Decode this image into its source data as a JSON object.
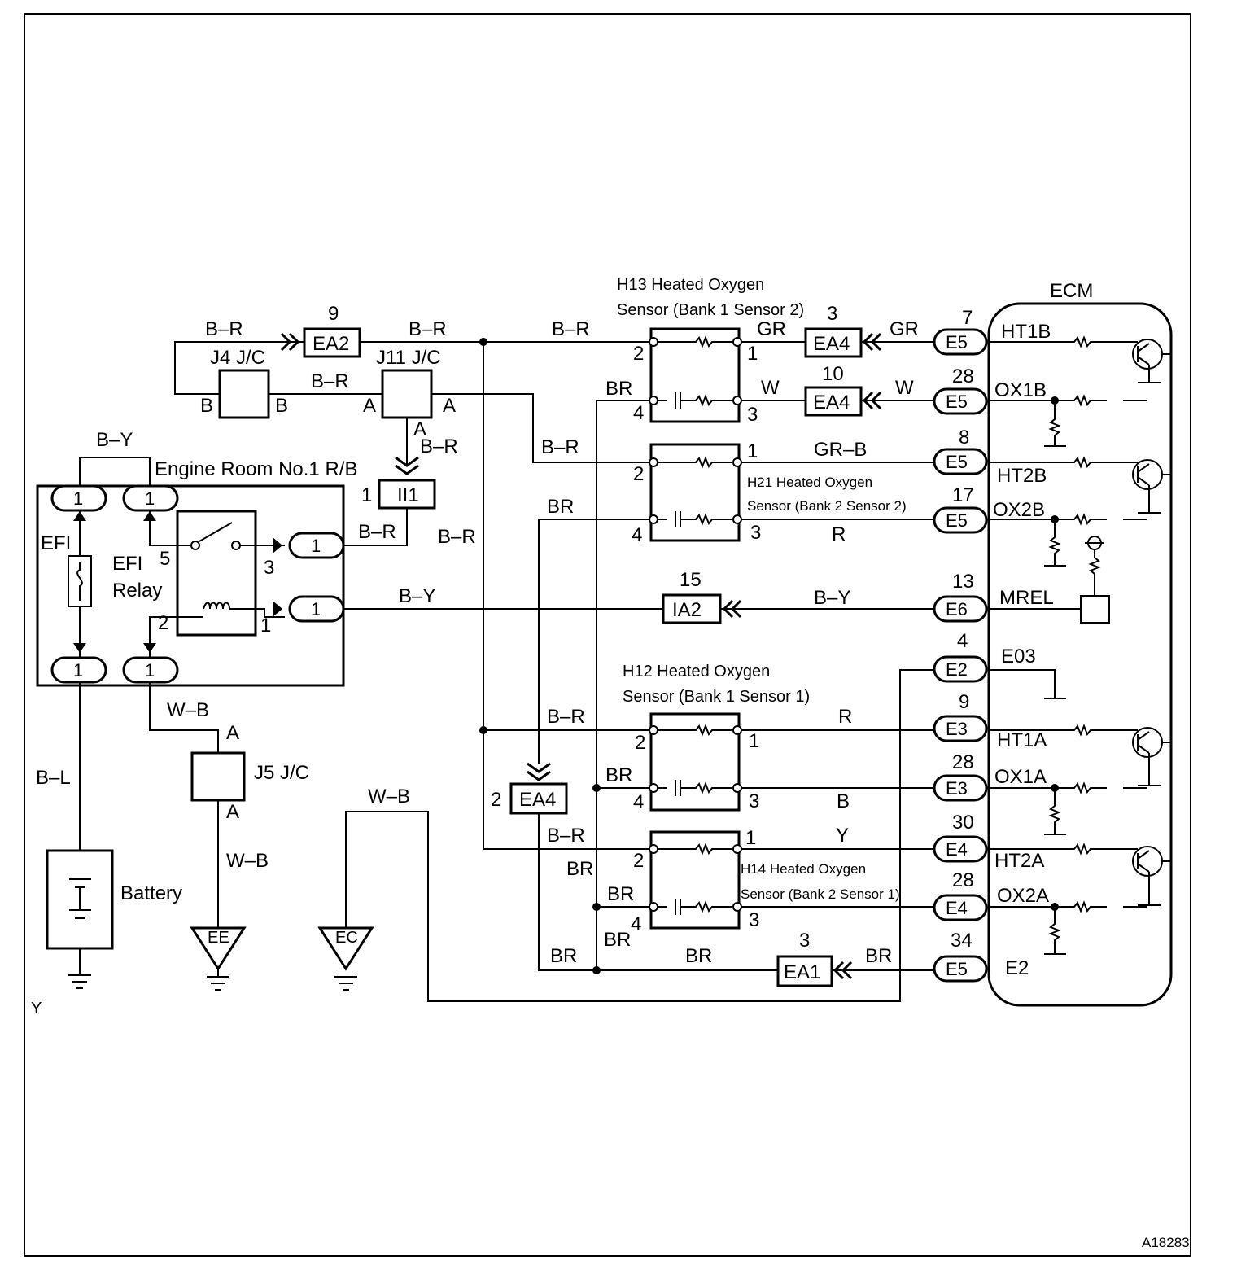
{
  "ecm": {
    "title": "ECM",
    "pins": {
      "ht1b": "HT1B",
      "ox1b": "OX1B",
      "ht2b": "HT2B",
      "ox2b": "OX2B",
      "mrel": "MREL",
      "e03": "E03",
      "ht1a": "HT1A",
      "ox1a": "OX1A",
      "ht2a": "HT2A",
      "ox2a": "OX2A",
      "e2": "E2"
    }
  },
  "ecm_connectors": [
    {
      "num": "7",
      "id": "E5"
    },
    {
      "num": "28",
      "id": "E5"
    },
    {
      "num": "8",
      "id": "E5"
    },
    {
      "num": "17",
      "id": "E5"
    },
    {
      "num": "13",
      "id": "E6"
    },
    {
      "num": "4",
      "id": "E2"
    },
    {
      "num": "9",
      "id": "E3"
    },
    {
      "num": "28",
      "id": "E3"
    },
    {
      "num": "30",
      "id": "E4"
    },
    {
      "num": "28",
      "id": "E4"
    },
    {
      "num": "34",
      "id": "E5"
    }
  ],
  "sensors": {
    "h13": {
      "line1": "H13 Heated Oxygen",
      "line2": "Sensor (Bank 1 Sensor 2)"
    },
    "h21": {
      "line1": "H21 Heated Oxygen",
      "line2": "Sensor (Bank 2 Sensor 2)"
    },
    "h12": {
      "line1": "H12 Heated Oxygen",
      "line2": "Sensor (Bank 1 Sensor 1)"
    },
    "h14": {
      "line1": "H14 Heated Oxygen",
      "line2": "Sensor (Bank 2 Sensor 1)"
    }
  },
  "pins": {
    "p1": "1",
    "p2": "2",
    "p3": "3",
    "p4": "4",
    "p5": "5"
  },
  "wires": {
    "br_r": "B–R",
    "b_y": "B–Y",
    "gr": "GR",
    "w": "W",
    "br": "BR",
    "gr_b": "GR–B",
    "r": "R",
    "b": "B",
    "y": "Y",
    "w_b": "W–B",
    "b_l": "B–L"
  },
  "junctions": {
    "j4": "J4 J/C",
    "j11": "J11 J/C",
    "j5": "J5 J/C",
    "a": "A",
    "b": "B"
  },
  "connectors": {
    "ea2": {
      "id": "EA2",
      "num": "9"
    },
    "ea4_top": {
      "id": "EA4",
      "num": "3"
    },
    "ea4_mid": {
      "id": "EA4",
      "num": "10"
    },
    "ii1": {
      "id": "II1",
      "num": "1"
    },
    "ia2": {
      "id": "IA2",
      "num": "15"
    },
    "ea4_low": {
      "id": "EA4",
      "num": "2"
    },
    "ea1": {
      "id": "EA1",
      "num": "3"
    }
  },
  "relay_box": {
    "title": "Engine Room No.1 R/B",
    "fuse": "EFI",
    "relay_line1": "EFI",
    "relay_line2": "Relay",
    "terminal": "1"
  },
  "battery": "Battery",
  "grounds": {
    "ee": "EE",
    "ec": "EC"
  },
  "stray_mark": "Y",
  "figure_code": "A18283"
}
